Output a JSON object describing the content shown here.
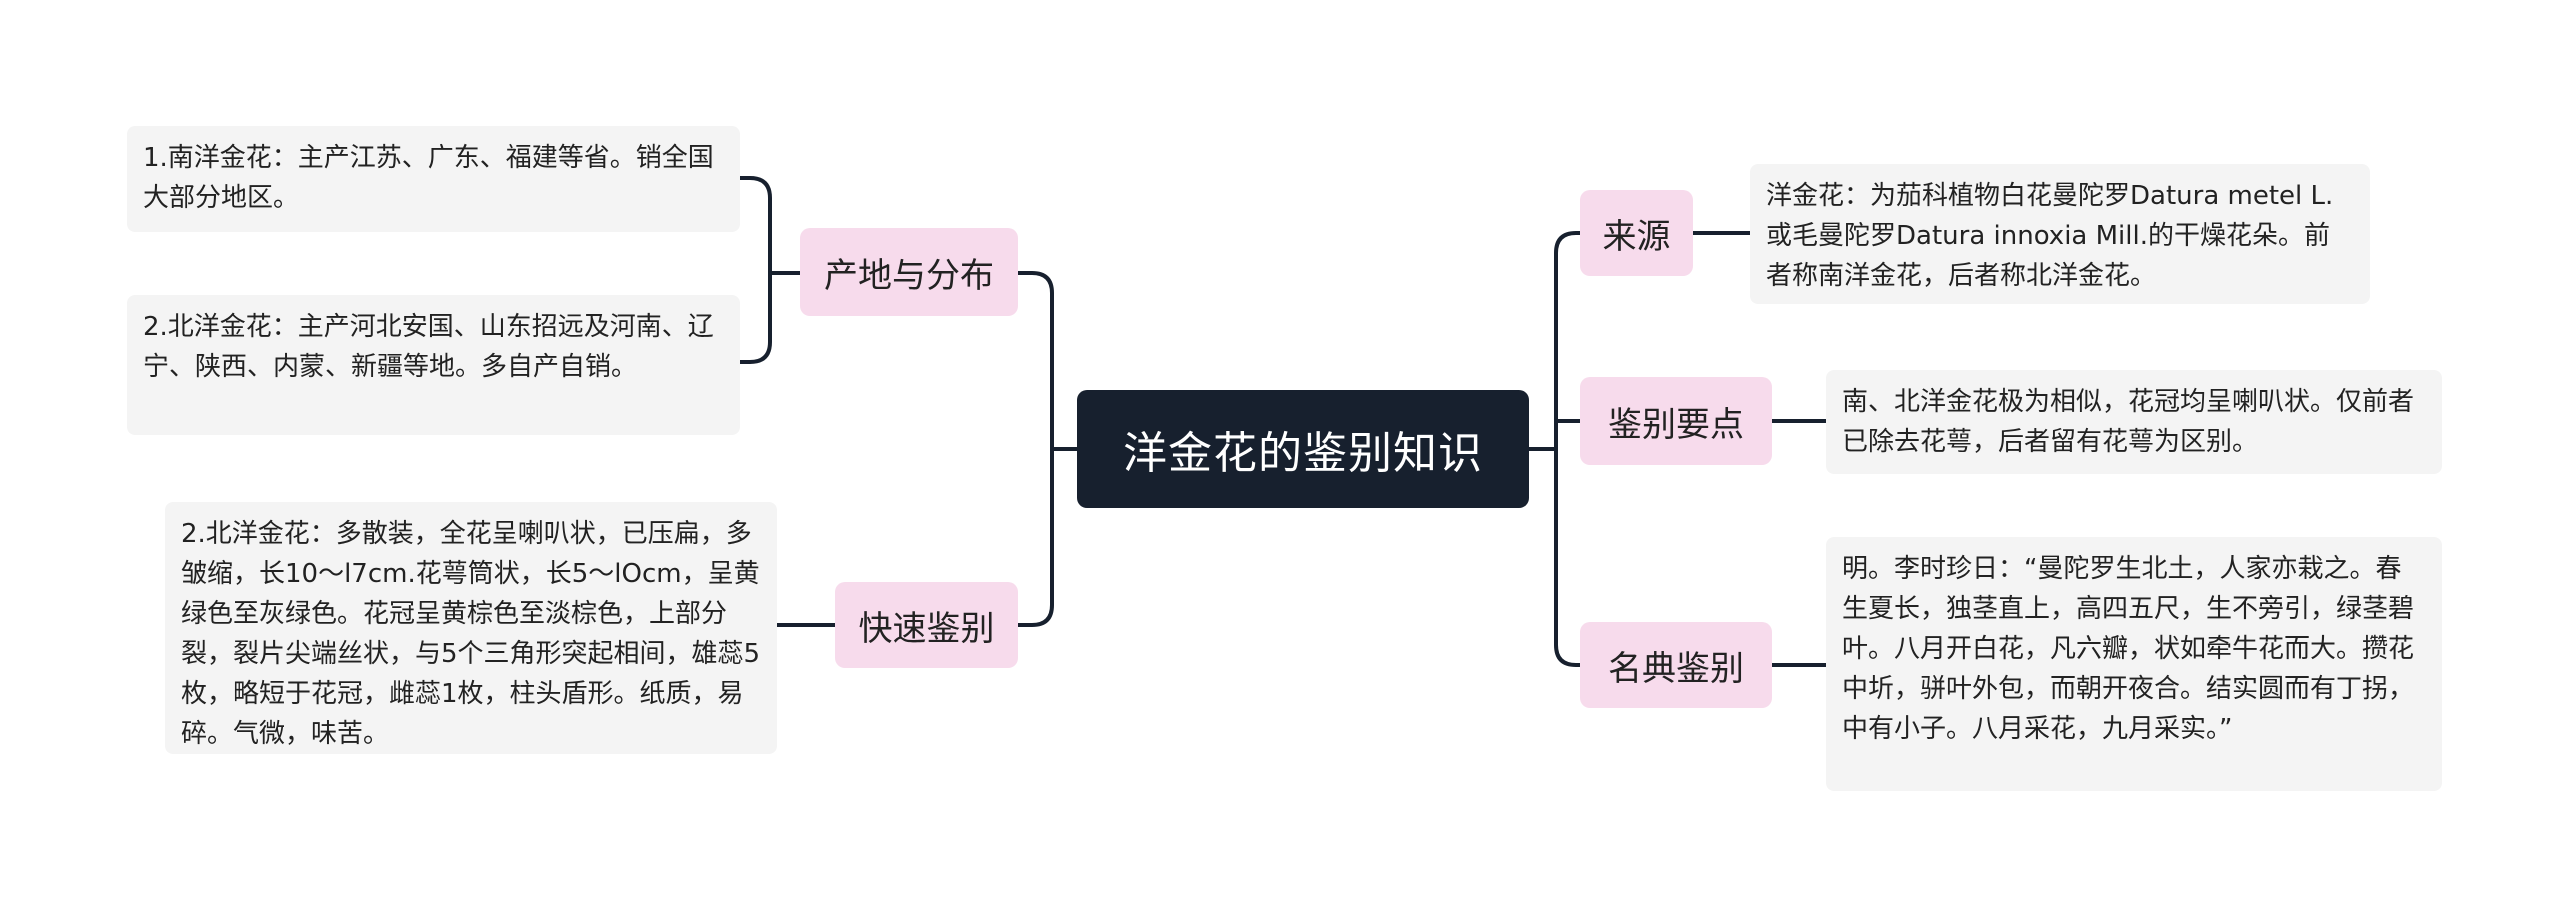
{
  "root": {
    "title": "洋金花的鉴别知识"
  },
  "topics": {
    "origin": "产地与分布",
    "quick": "快速鉴别",
    "source": "来源",
    "key_points": "鉴别要点",
    "classics": "名典鉴别"
  },
  "leaves": {
    "origin_south": "1.南洋金花：主产江苏、广东、福建等省。销全国大部分地区。",
    "origin_north": "2.北洋金花：主产河北安国、山东招远及河南、辽宁、陕西、内蒙、新疆等地。多自产自销。",
    "quick_north": "2.北洋金花：多散装，全花呈喇叭状，已压扁，多皱缩，长10～l7cm.花萼筒状，长5～lOcm，呈黄绿色至灰绿色。花冠呈黄棕色至淡棕色，上部分裂，裂片尖端丝状，与5个三角形突起相间，雄蕊5枚，略短于花冠，雌蕊1枚，柱头盾形。纸质，易碎。气微，味苦。",
    "source_desc": "洋金花：为茄科植物白花曼陀罗Datura metel L.或毛曼陀罗Datura innoxia Mill.的干燥花朵。前者称南洋金花，后者称北洋金花。",
    "key_points_desc": "南、北洋金花极为相似，花冠均呈喇叭状。仅前者已除去花萼，后者留有花萼为区别。",
    "classics_desc": "明。李时珍日：“曼陀罗生北土，人家亦栽之。春生夏长，独茎直上，高四五尺，生不旁引，绿茎碧叶。八月开白花，凡六瓣，状如牵牛花而大。攒花中圻，骈叶外包，而朝开夜合。结实圆而有丁拐，中有小子。八月采花，九月采实。”"
  },
  "colors": {
    "root_bg": "#17202e",
    "topic_bg": "#f7dbec",
    "leaf_bg": "#f4f4f4",
    "connector": "#17202e"
  }
}
